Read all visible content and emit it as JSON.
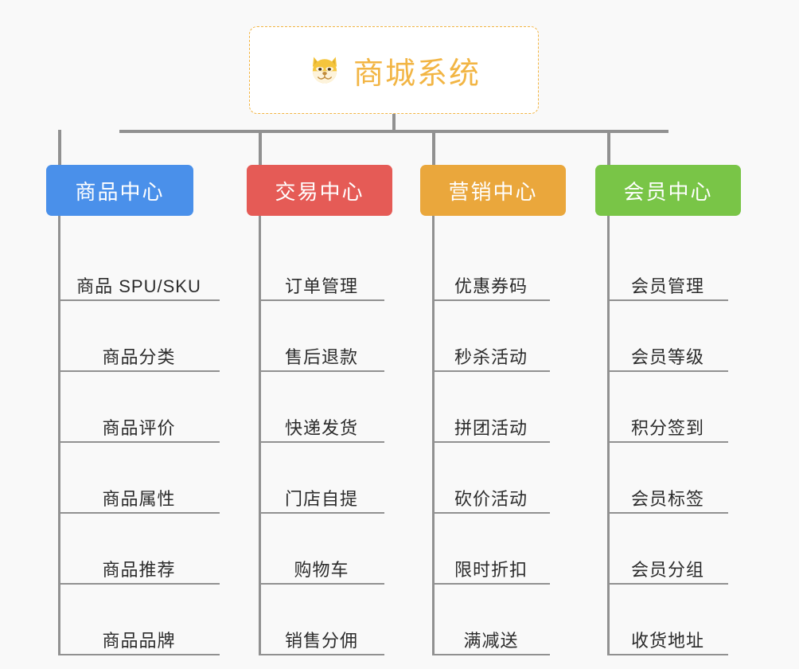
{
  "canvas": {
    "background_color": "#f9f9f9",
    "line_color": "#919191",
    "leaf_text_color": "#2b2b2b"
  },
  "root": {
    "title": "商城系统",
    "icon": "shiba-dog-face-emoji",
    "accent_color": "#f2b544",
    "background_color": "#ffffff",
    "border_style": "dashed"
  },
  "branches": [
    {
      "label": "商品中心",
      "color": "#4a90ea",
      "children": [
        "商品 SPU/SKU",
        "商品分类",
        "商品评价",
        "商品属性",
        "商品推荐",
        "商品品牌"
      ]
    },
    {
      "label": "交易中心",
      "color": "#e55b56",
      "children": [
        "订单管理",
        "售后退款",
        "快递发货",
        "门店自提",
        "购物车",
        "销售分佣"
      ]
    },
    {
      "label": "营销中心",
      "color": "#eaa73c",
      "children": [
        "优惠券码",
        "秒杀活动",
        "拼团活动",
        "砍价活动",
        "限时折扣",
        "满减送"
      ]
    },
    {
      "label": "会员中心",
      "color": "#79c547",
      "children": [
        "会员管理",
        "会员等级",
        "积分签到",
        "会员标签",
        "会员分组",
        "收货地址"
      ]
    }
  ]
}
